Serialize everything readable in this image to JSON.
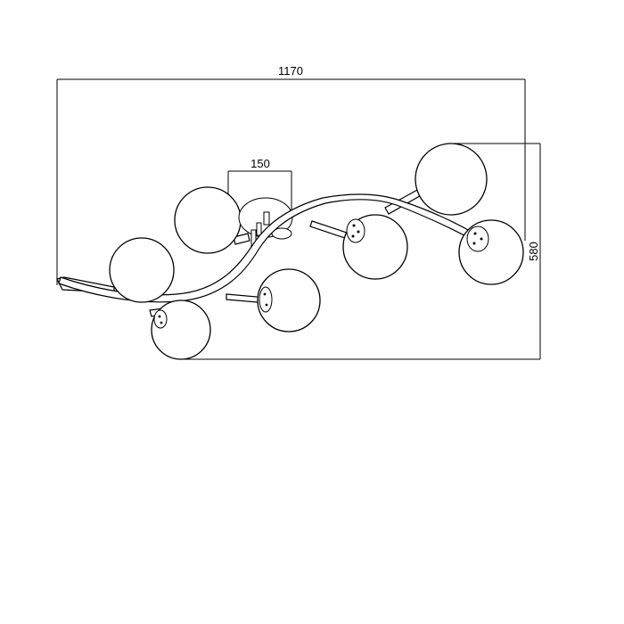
{
  "dimensions": {
    "width_label": "1170",
    "canopy_label": "150",
    "height_label": "580"
  },
  "colors": {
    "line": "#000000",
    "background": "#ffffff"
  }
}
